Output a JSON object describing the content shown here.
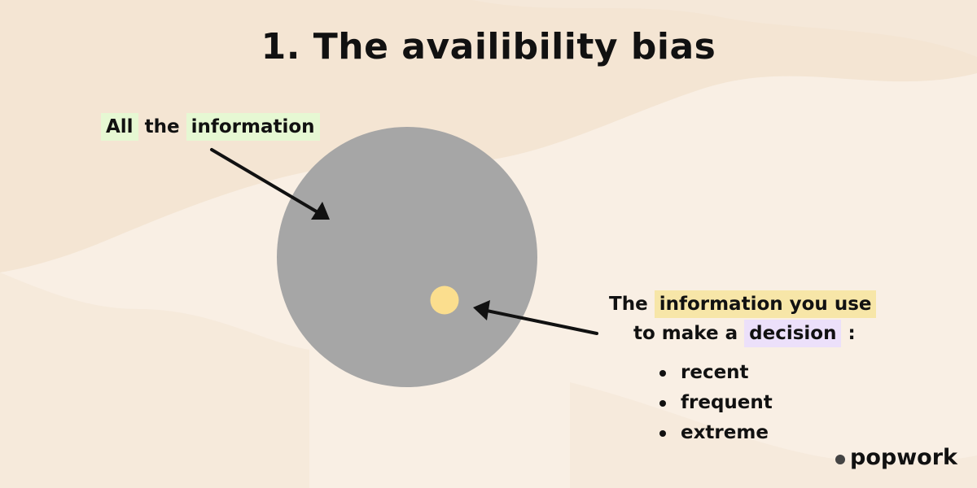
{
  "title": "1. The availibility bias",
  "label_all": {
    "word_1": "All",
    "word_2": "the",
    "word_3": "information"
  },
  "label_used": {
    "part_1": "The",
    "highlight_1": "information you use",
    "part_2": "to make a",
    "highlight_2": "decision",
    "part_3": ":"
  },
  "bullets": [
    "recent",
    "frequent",
    "extreme"
  ],
  "logo": {
    "text": "popwork"
  },
  "colors": {
    "background": "#f9efe4",
    "big_circle": "#a6a6a6",
    "small_circle": "#fbde8e",
    "highlight_green": "#e6f8d3",
    "highlight_yellow": "#f7e6a8",
    "highlight_purple": "#ece0fa",
    "text": "#111111"
  }
}
